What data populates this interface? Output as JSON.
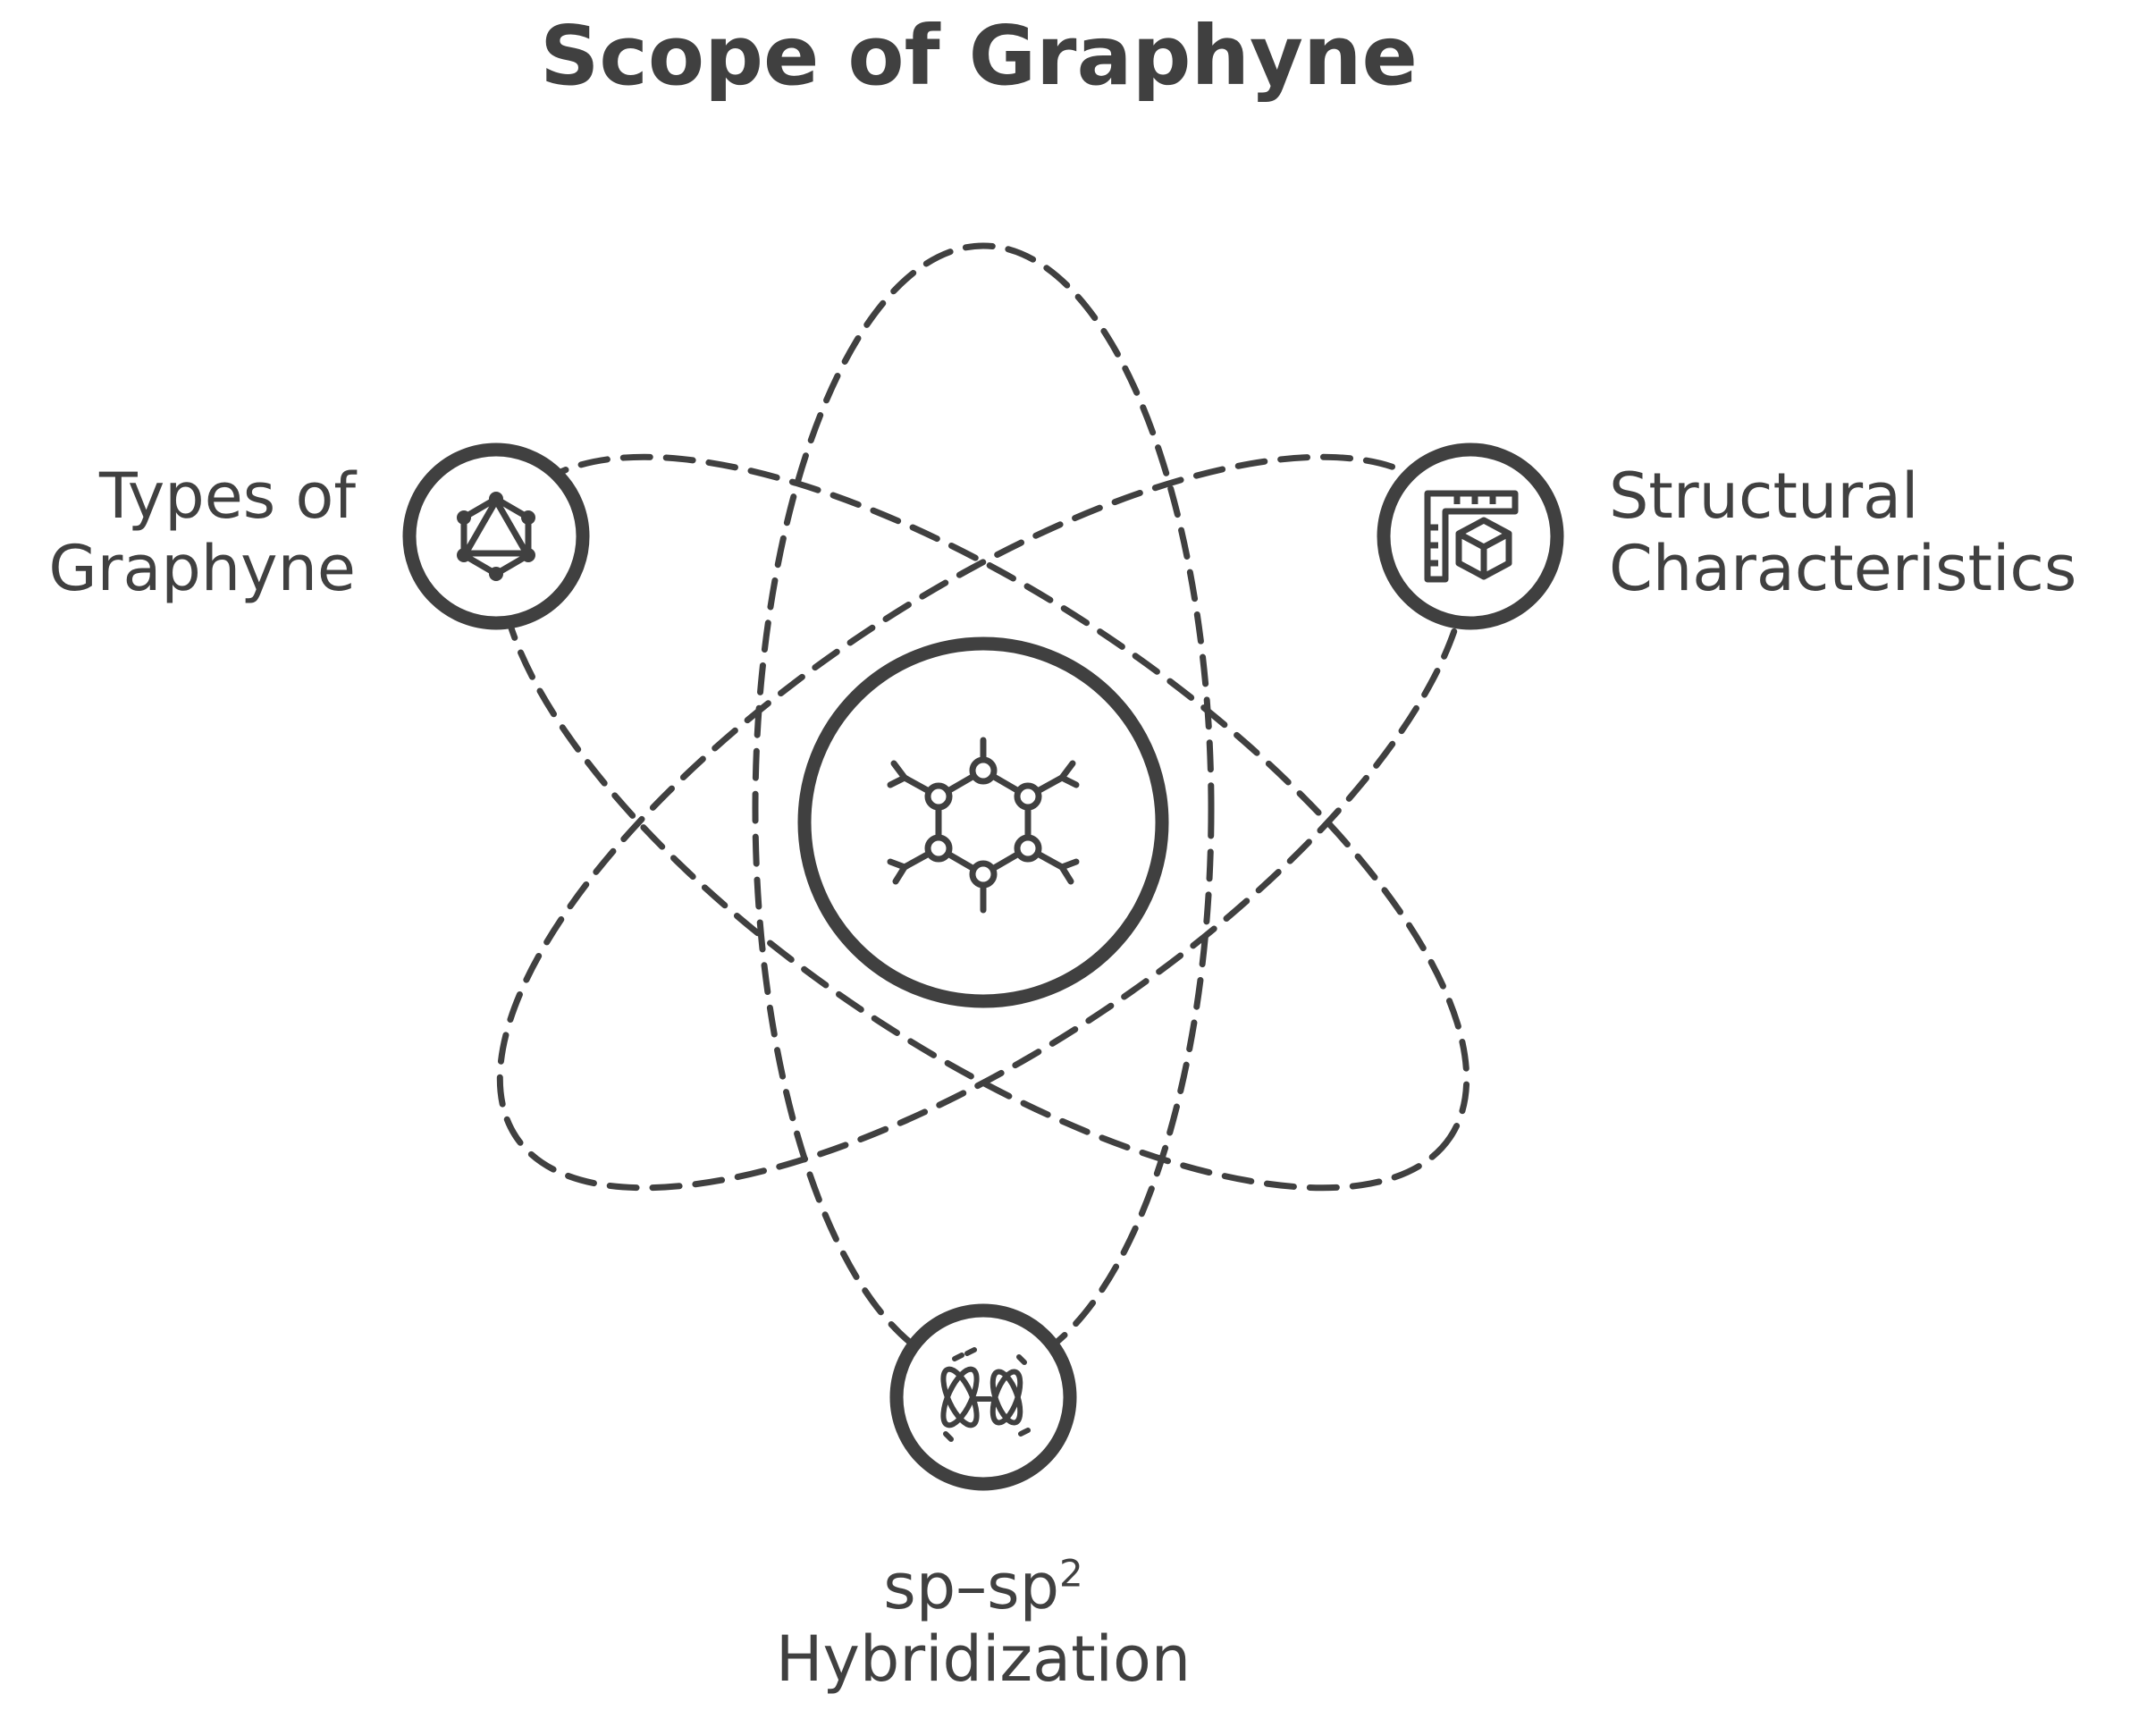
{
  "title": "Scope of Graphyne",
  "center": {
    "icon": "graphyne-molecule-icon"
  },
  "nodes": {
    "left": {
      "icon": "graphql-triangle-icon",
      "label_line1": "Types of",
      "label_line2": "Graphyne"
    },
    "right": {
      "icon": "ruler-cube-icon",
      "label_line1": "Structural",
      "label_line2": "Characteristics"
    },
    "bottom": {
      "icon": "orbitals-icon",
      "label_line1_base": "sp–sp",
      "label_line1_sup": "2",
      "label_line2": "Hybridization"
    }
  },
  "colors": {
    "stroke": "#404040",
    "background": "#ffffff"
  }
}
